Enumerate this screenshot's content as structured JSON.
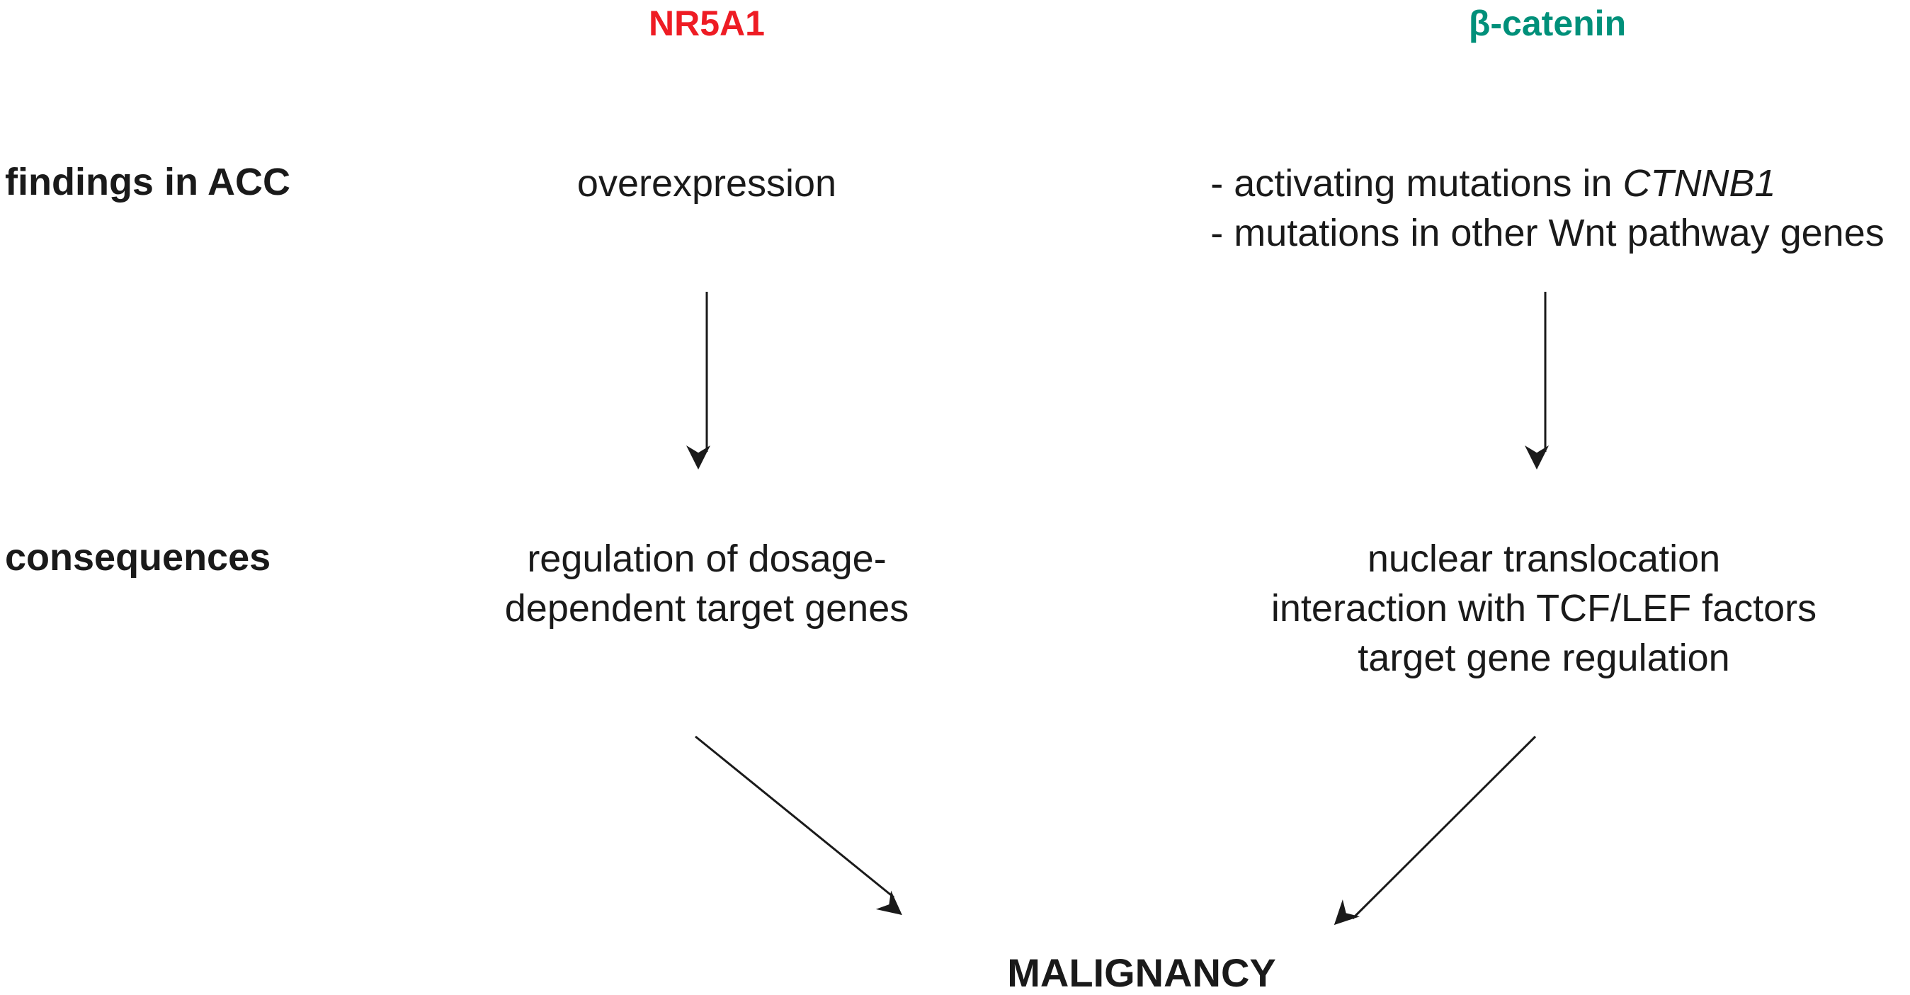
{
  "columns": {
    "left": {
      "title": "NR5A1",
      "color": "#ee1c24"
    },
    "right": {
      "title": "β-catenin",
      "color": "#00907a"
    }
  },
  "rows": {
    "findings": {
      "label": "findings in ACC"
    },
    "consequences": {
      "label": "consequences"
    }
  },
  "findings": {
    "left": "overexpression",
    "right": {
      "line1_prefix": "- activating mutations in ",
      "line1_gene": "CTNNB1",
      "line2": "- mutations in other Wnt pathway genes"
    }
  },
  "consequences": {
    "left": [
      "regulation of dosage-",
      "dependent target genes"
    ],
    "right": [
      "nuclear translocation",
      "interaction with TCF/LEF factors",
      "target gene regulation"
    ]
  },
  "outcome": "MALIGNANCY",
  "colors": {
    "text": "#1a1a1a",
    "arrow": "#1a1a1a"
  }
}
